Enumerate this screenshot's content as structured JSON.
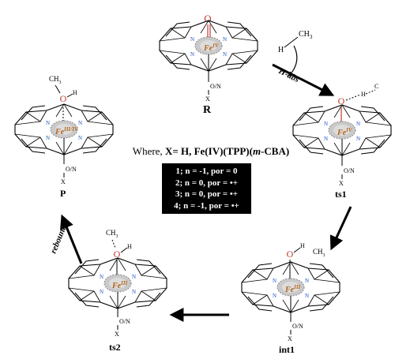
{
  "labels": {
    "R": "R",
    "ts1": "ts1",
    "int1": "int1",
    "ts2": "ts2",
    "P": "P",
    "h_abs": "H-abs",
    "rebound": "rebound"
  },
  "atoms": {
    "O": "O",
    "N": "N",
    "H": "H",
    "C": "C",
    "ch3": "CH",
    "three": "3",
    "axial": "O/N",
    "x": "X",
    "fe_iv": "Fe",
    "ox_iv": "IV",
    "ox_iii": "III",
    "ox_iii_iv": "III/IV"
  },
  "where": {
    "prefix": "Where, ",
    "bold": "X= H, Fe(IV)(TPP)(",
    "italic": "m",
    "suffix": "-CBA)"
  },
  "legend": [
    {
      "num": "1;",
      "text": " n = -1, por = 0"
    },
    {
      "num": "2;",
      "text": " n = 0, por = •+"
    },
    {
      "num": "3;",
      "text": " n = 0, por = •+"
    },
    {
      "num": "4;",
      "text": " n = -1, por = •+"
    }
  ]
}
